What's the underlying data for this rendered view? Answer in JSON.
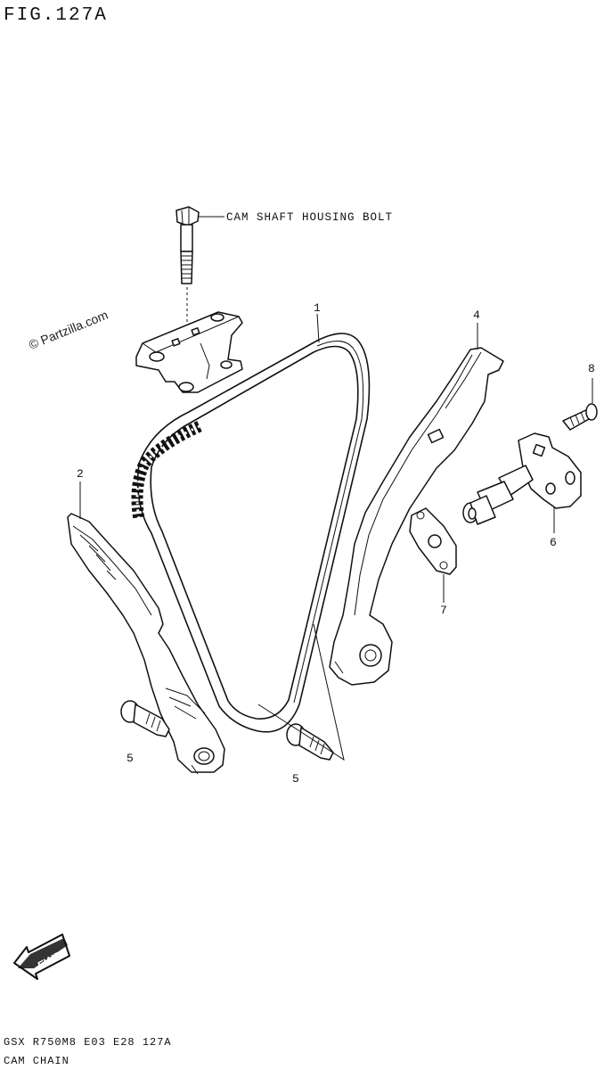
{
  "figure": {
    "title": "FIG.127A",
    "watermark": "© Partzilla.com",
    "footer_code": "GSX R750M8 E03 E28 127A",
    "footer_title": "CAM CHAIN"
  },
  "callouts": {
    "housing_bolt": "CAM SHAFT HOUSING BOLT",
    "p1": "1",
    "p2": "2",
    "p4": "4",
    "p5a": "5",
    "p5b": "5",
    "p6": "6",
    "p7": "7",
    "p8": "8"
  },
  "fwd_arrow": {
    "label": "FWD"
  }
}
